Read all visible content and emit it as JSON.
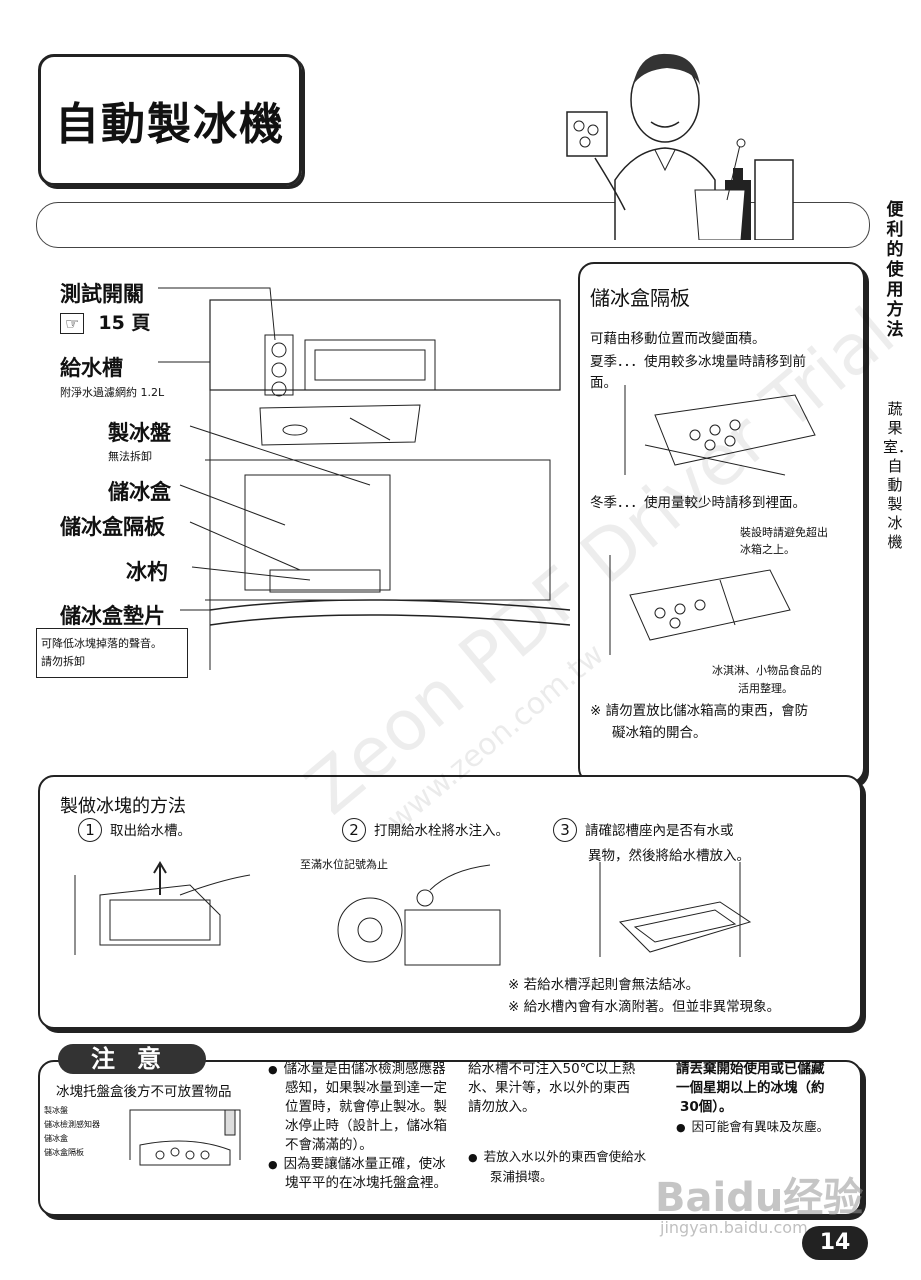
{
  "header": {
    "title": "自動製冰機",
    "side_tab_main": "便利的使用方法",
    "side_tab_sub": "蔬果室．自動製冰機"
  },
  "parts": {
    "test_switch": "測試開關",
    "test_switch_ref": "15 頁",
    "water_tank": "給水槽",
    "water_tank_note": "附淨水過濾網約 1.2L",
    "ice_tray": "製冰盤",
    "ice_tray_note": "無法拆卸",
    "ice_box": "儲冰盒",
    "ice_box_divider": "儲冰盒隔板",
    "ice_scoop": "冰杓",
    "ice_box_pad": "儲冰盒墊片",
    "pad_note_1": "可降低冰塊掉落的聲音。",
    "pad_note_2": "請勿拆卸"
  },
  "divider_panel": {
    "title": "儲冰盒隔板",
    "line1": "可藉由移動位置而改變面積。",
    "line2": "夏季．．．使用較多冰塊量時請移到前",
    "line3": "面。",
    "winter": "冬季．．．使用量較少時請移到裡面。",
    "install_note_1": "裝設時請避免超出",
    "install_note_2": "冰箱之上。",
    "icecream_1": "冰淇淋、小物品食品的",
    "icecream_2": "活用整理。",
    "warning_1": "※  請勿置放比儲冰箱高的東西，會防",
    "warning_2": "礙冰箱的開合。"
  },
  "method": {
    "title": "製做冰塊的方法",
    "step1_num": "1",
    "step1": "取出給水槽。",
    "step2_num": "2",
    "step2": "打開給水栓將水注入。",
    "step2_note": "至滿水位記號為止",
    "step3_num": "3",
    "step3_line1": "請確認槽座內是否有水或",
    "step3_line2": "異物，然後將給水槽放入。",
    "note1": "※  若給水槽浮起則會無法結冰。",
    "note2": "※  給水槽內會有水滴附著。但並非異常現象。"
  },
  "caution": {
    "tag": "注意",
    "heading": "冰塊托盤盒後方不可放置物品",
    "labels": [
      "製冰盤",
      "儲冰檢測感知器",
      "儲冰盒",
      "儲冰盒隔板"
    ],
    "col1": [
      "儲冰量是由儲冰檢測感應器",
      "感知，如果製冰量到達一定",
      "位置時，就會停止製冰。製",
      "冰停止時（設計上，儲冰箱",
      "不會滿滿的）。"
    ],
    "col1b": [
      "因為要讓儲冰量正確，使冰",
      "塊平平的在冰塊托盤盒裡。"
    ],
    "col2": [
      "給水槽不可注入50℃以上熱",
      "水、果汁等，水以外的東西",
      "請勿放入。"
    ],
    "col2b": [
      "若放入水以外的東西會使給水",
      "泵浦損壞。"
    ],
    "col3": [
      "請丟棄開始使用或已儲藏",
      "一個星期以上的冰塊（約",
      "30個）。"
    ],
    "col3b": "因可能會有異味及灰塵。"
  },
  "page_number": "14",
  "watermark": "Zeon PDF Driver Trial",
  "watermark2": "www.zeon.com.tw",
  "baidu_mark": "Baidu经验",
  "baidu_url": "jingyan.baidu.com"
}
